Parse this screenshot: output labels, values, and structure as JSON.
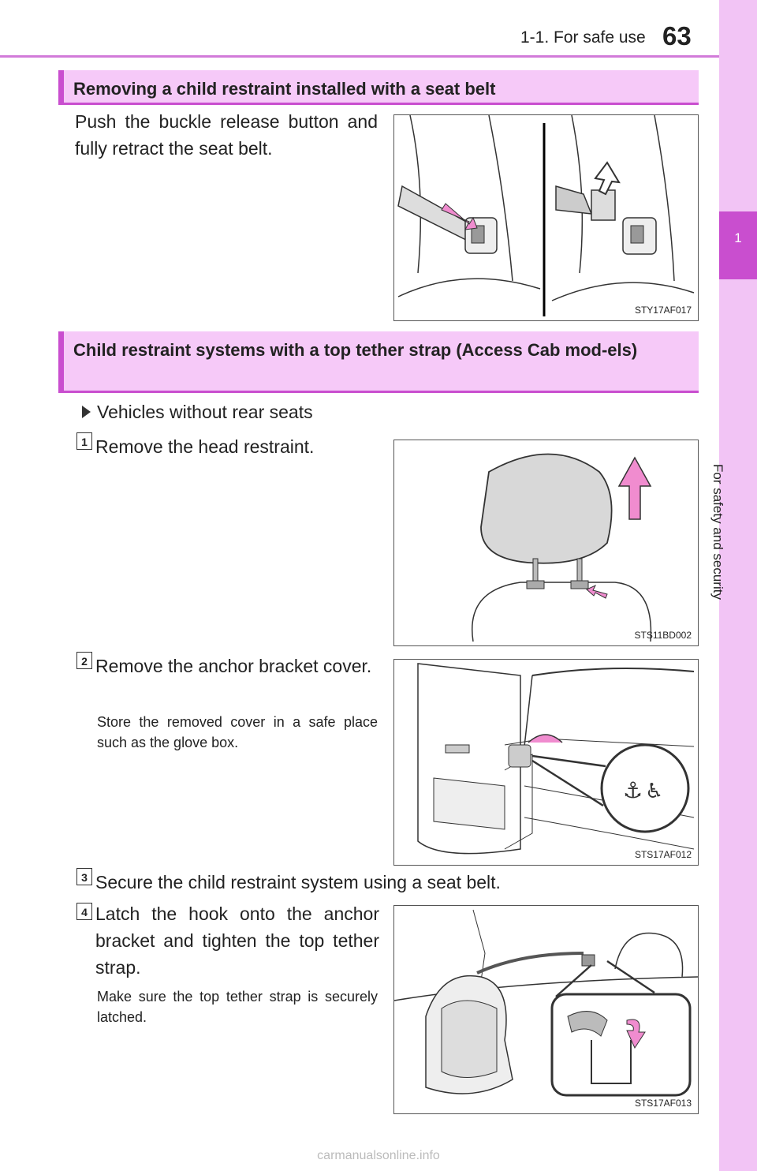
{
  "header": {
    "section": "1-1. For safe use",
    "page_number": "63"
  },
  "side_tab": {
    "chapter_number": "1",
    "chapter_title": "For safety and security"
  },
  "section1": {
    "heading": "Removing a child restraint installed with a seat belt",
    "text": "Push the buckle release button and fully retract the seat belt.",
    "figure_code": "STY17AF017"
  },
  "section2": {
    "heading": "Child restraint systems with a top tether strap (Access Cab mod-els)",
    "bullet": "Vehicles without rear seats",
    "steps": [
      {
        "num": "1",
        "text": "Remove the head restraint.",
        "note": "",
        "figure_code": "STS11BD002"
      },
      {
        "num": "2",
        "text": "Remove the anchor bracket cover.",
        "note": "Store the removed cover in a safe place such as the glove box.",
        "figure_code": "STS17AF012"
      },
      {
        "num": "3",
        "text": "Secure the child restraint system using a seat belt.",
        "note": "",
        "figure_code": ""
      },
      {
        "num": "4",
        "text": "Latch the hook onto the anchor bracket and tighten the top tether strap.",
        "note": "Make sure the top tether strap is securely latched.",
        "figure_code": "STS17AF013"
      }
    ]
  },
  "footer": {
    "watermark": "carmanualsonline.info"
  },
  "colors": {
    "accent": "#c94ecf",
    "heading_bg": "#f6c9f8",
    "side_tab_bg": "#f2c4f5",
    "arrow_pink": "#f08ccf"
  }
}
